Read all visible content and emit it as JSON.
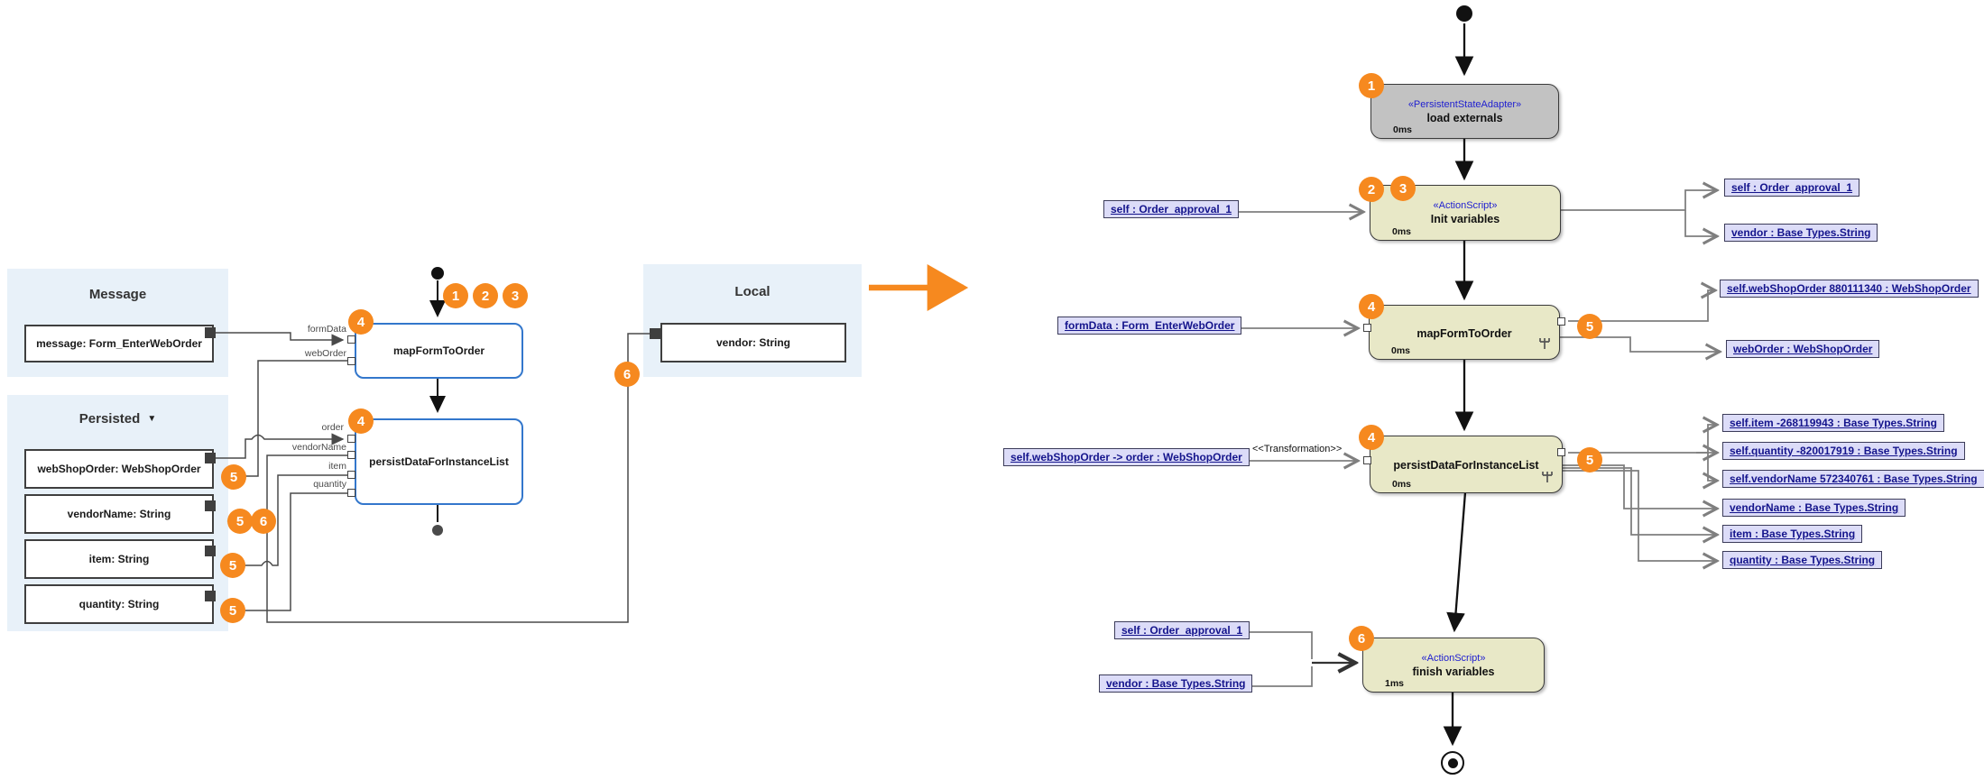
{
  "badges": {
    "n1": "1",
    "n2": "2",
    "n3": "3",
    "n4": "4",
    "n5": "5",
    "n6": "6"
  },
  "icons": {
    "dropdown_caret": "▼"
  },
  "left": {
    "message_panel": {
      "title": "Message",
      "item": "message: Form_EnterWebOrder"
    },
    "persisted_panel": {
      "title": "Persisted",
      "items": [
        "webShopOrder: WebShopOrder",
        "vendorName: String",
        "item: String",
        "quantity: String"
      ]
    },
    "local_panel": {
      "title": "Local",
      "item": "vendor: String"
    },
    "map_action": {
      "name": "mapFormToOrder",
      "ports": [
        "formData",
        "webOrder"
      ]
    },
    "persist_action": {
      "name": "persistDataForInstanceList",
      "ports": [
        "order",
        "vendorName",
        "item",
        "quantity"
      ]
    }
  },
  "right": {
    "load_state": {
      "stereotype": "«PersistentStateAdapter»",
      "name": "load externals",
      "duration": "0ms"
    },
    "init_state": {
      "stereotype": "«ActionScript»",
      "name": "Init variables",
      "duration": "0ms"
    },
    "map_state": {
      "name": "mapFormToOrder",
      "duration": "0ms"
    },
    "persist_state": {
      "name": "persistDataForInstanceList",
      "duration": "0ms"
    },
    "finish_state": {
      "stereotype": "«ActionScript»",
      "name": "finish variables",
      "duration": "1ms"
    },
    "transformation_label": "<<Transformation>>",
    "objects": {
      "init_in_self": "self : Order_approval_1",
      "init_out_self": "self : Order_approval_1",
      "init_out_vendor": "vendor : Base Types.String",
      "map_in": "formData : Form_EnterWebOrder",
      "map_out_webshop": "self.webShopOrder 880111340 : WebShopOrder",
      "map_out_weborder": "webOrder : WebShopOrder",
      "persist_in": "self.webShopOrder -> order : WebShopOrder",
      "persist_out_item_id": "self.item -268119943 : Base Types.String",
      "persist_out_quantity_id": "self.quantity -820017919 : Base Types.String",
      "persist_out_vendorname_id": "self.vendorName 572340761 : Base Types.String",
      "persist_out_vendorname": "vendorName : Base Types.String",
      "persist_out_item": "item : Base Types.String",
      "persist_out_quantity": "quantity : Base Types.String",
      "finish_in_self": "self : Order_approval_1",
      "finish_in_vendor": "vendor : Base Types.String"
    }
  },
  "colors": {
    "accent_orange": "#f6891f",
    "panel_blue": "#e8f1f9",
    "state_khaki": "#e8e8c7",
    "state_gray": "#c2c2c2",
    "object_lavender": "#dcdcf8",
    "stereotype_blue": "#2020d0",
    "action_border_blue": "#3377cc"
  }
}
